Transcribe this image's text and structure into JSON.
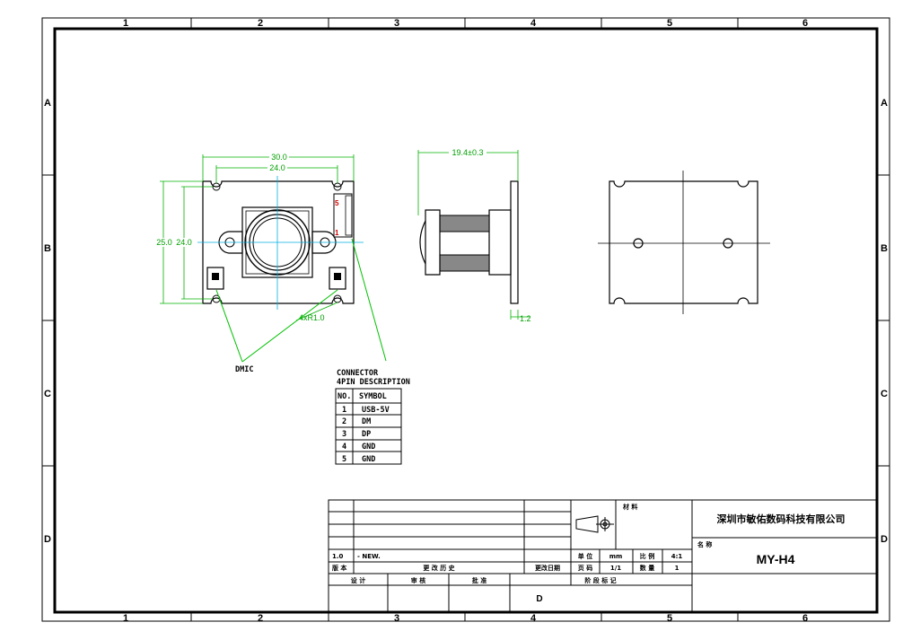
{
  "frame": {
    "columns": [
      "1",
      "2",
      "3",
      "4",
      "5",
      "6"
    ],
    "rows": [
      "A",
      "B",
      "C",
      "D"
    ]
  },
  "front_view": {
    "dim_width_outer": "30.0",
    "dim_width_inner": "24.0",
    "dim_height_outer": "25.0",
    "dim_height_inner": "24.0",
    "hole_note": "4xR1.0",
    "pin_label_top": "5",
    "pin_label_bottom": "1",
    "dmic_label": "DMIC"
  },
  "side_view": {
    "dim_depth": "19.4±0.3",
    "dim_thickness": "1.2"
  },
  "connector_table": {
    "title_line1": "CONNECTOR",
    "title_line2": "4PIN DESCRIPTION",
    "header_no": "NO.",
    "header_symbol": "SYMBOL",
    "rows": [
      {
        "no": "1",
        "symbol": "USB-5V"
      },
      {
        "no": "2",
        "symbol": "DM"
      },
      {
        "no": "3",
        "symbol": "DP"
      },
      {
        "no": "4",
        "symbol": "GND"
      },
      {
        "no": "5",
        "symbol": "GND"
      }
    ]
  },
  "title_block": {
    "material_label": "材 料",
    "company": "深圳市敏佑数码科技有限公司",
    "name_label": "名 称",
    "model": "MY-H4",
    "version": "1.0",
    "revision_note": "- NEW.",
    "version_label": "版 本",
    "change_history_label": "更 改 历 史",
    "change_date_label": "更改日期",
    "unit_label": "单 位",
    "unit_value": "mm",
    "scale_label": "比 例",
    "scale_value": "4:1",
    "page_label": "页 码",
    "page_value": "1/1",
    "qty_label": "数 量",
    "qty_value": "1",
    "design_label": "设 计",
    "review_label": "审 核",
    "approve_label": "批 准",
    "stage_label": "阶 段 标 记",
    "stage_value": "D"
  }
}
